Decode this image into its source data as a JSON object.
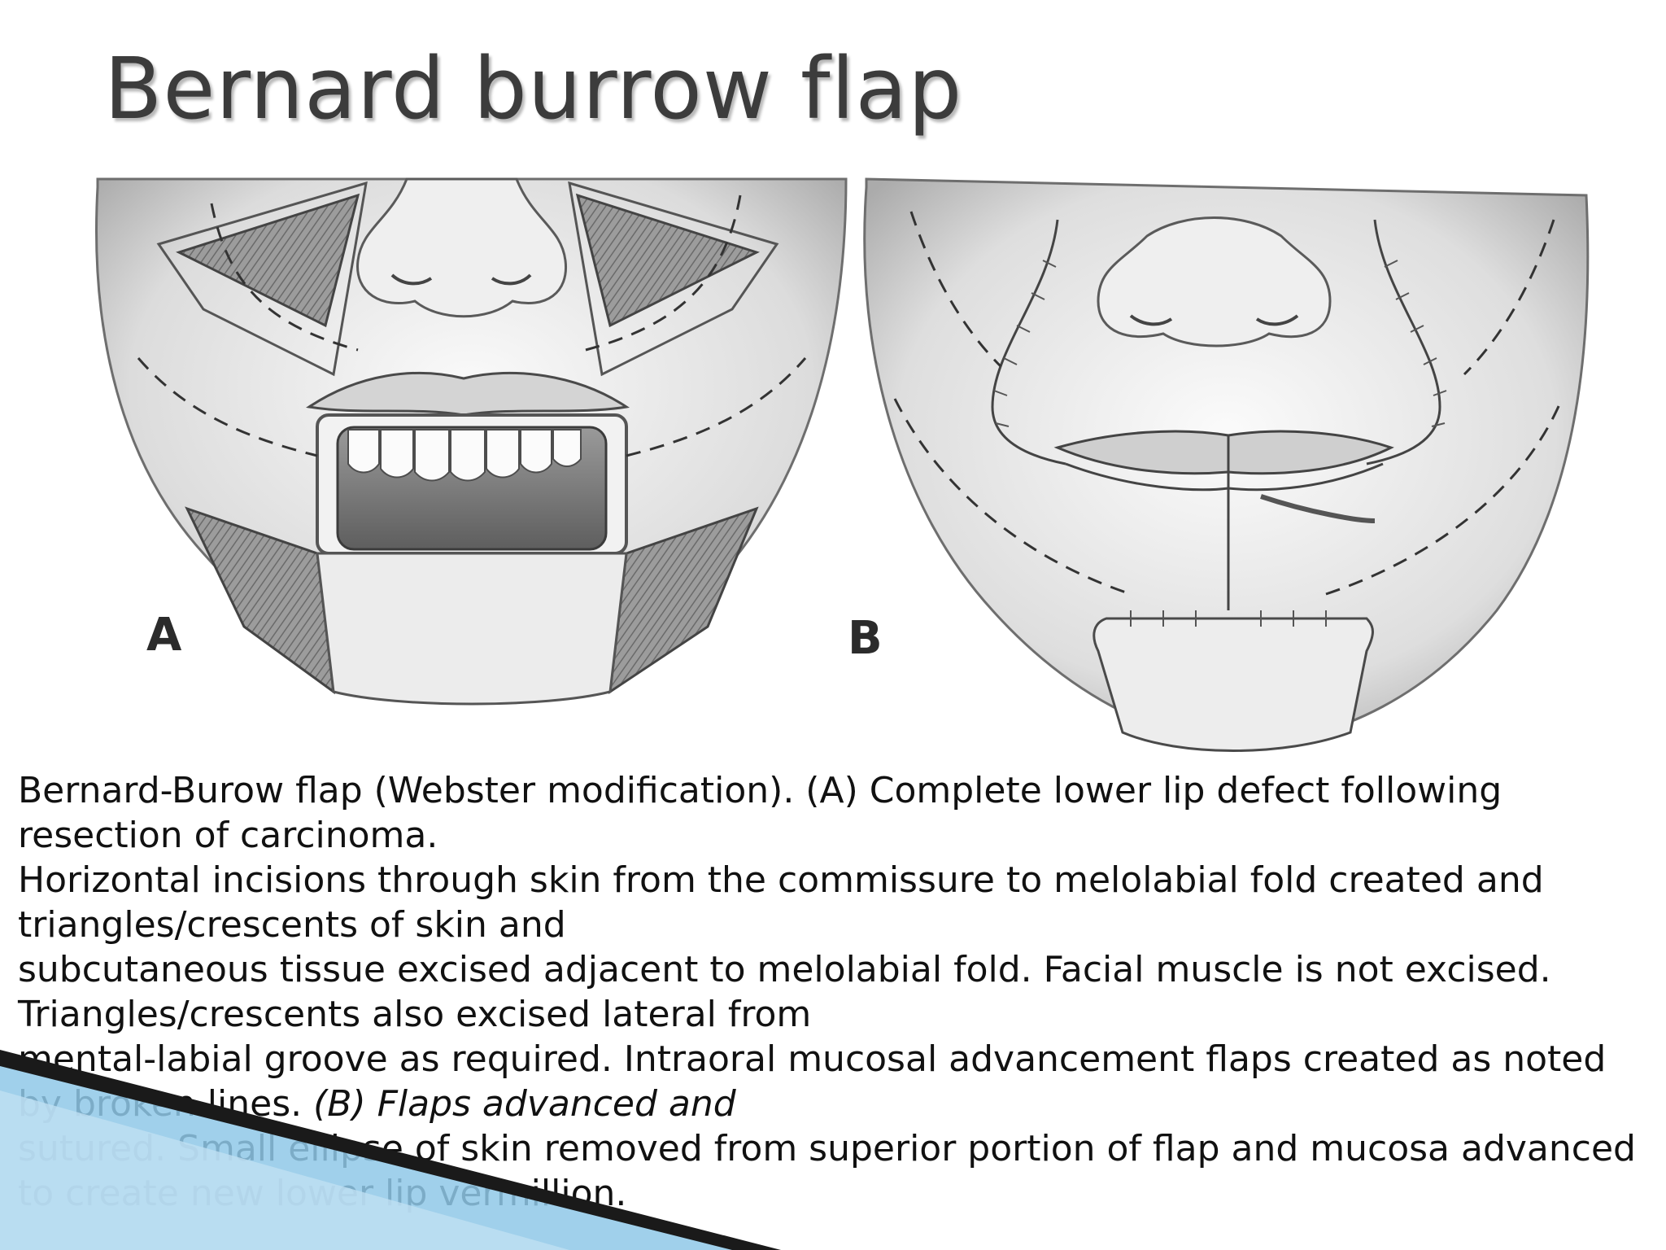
{
  "slide": {
    "title": "Bernard burrow flap",
    "panel_labels": {
      "a": "A",
      "b": "B"
    },
    "caption": {
      "line1": "Bernard-Burow flap (Webster modification). (A) Complete lower lip defect following",
      "line2": "resection of carcinoma.",
      "line3": "Horizontal incisions through skin from the commissure to melolabial fold created and",
      "line4": "triangles/crescents of skin and",
      "line5": "subcutaneous tissue excised adjacent to melolabial fold. Facial muscle is not excised.",
      "line6": "Triangles/crescents also excised lateral from",
      "line7": "mental-labial groove as required. Intraoral mucosal advancement flaps created as noted",
      "line8_plain": "by broken lines. ",
      "line8_italic": "(B) Flaps advanced and",
      "line9": "sutured. Small ellipse of skin removed from superior portion of flap and mucosa advanced",
      "line10": "to create new lower lip vermillion."
    }
  },
  "colors": {
    "title_text": "#3c3c3c",
    "caption_text": "#111111",
    "accent_dark": "#1a1a1a",
    "accent_blue": "#8fc8e8"
  }
}
